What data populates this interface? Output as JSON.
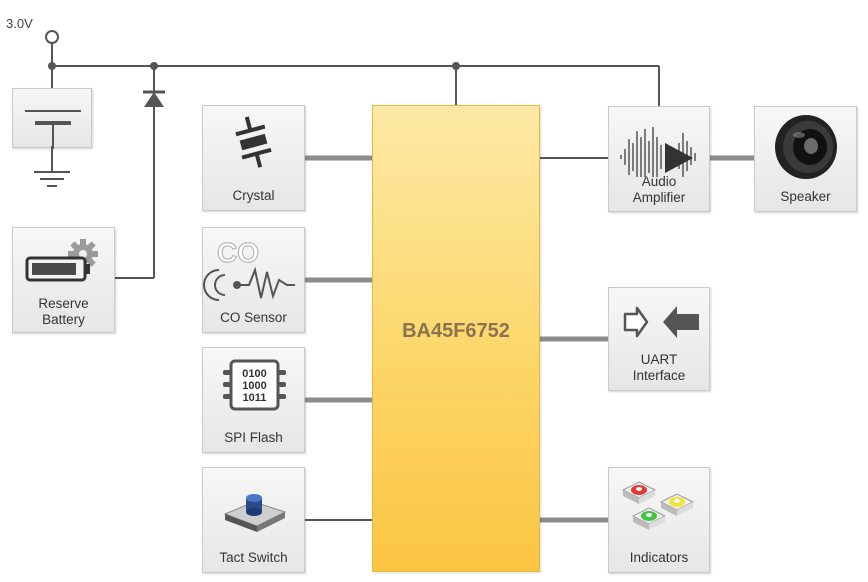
{
  "supply": {
    "voltage_label": "3.0V"
  },
  "mcu": {
    "label": "BA45F6752"
  },
  "blocks": {
    "reserve_battery": {
      "line1": "Reserve",
      "line2": "Battery"
    },
    "crystal": {
      "label": "Crystal"
    },
    "co_sensor": {
      "label": "CO Sensor",
      "icon_text": "CO"
    },
    "spi_flash": {
      "label": "SPI Flash",
      "bits": [
        "0100",
        "1000",
        "1011"
      ]
    },
    "tact_switch": {
      "label": "Tact Switch"
    },
    "audio_amplifier": {
      "line1": "Audio",
      "line2": "Amplifier"
    },
    "speaker": {
      "label": "Speaker"
    },
    "uart": {
      "line1": "UART",
      "line2": "Interface"
    },
    "indicators": {
      "label": "Indicators"
    }
  },
  "colors": {
    "wire": "#555555",
    "bus": "#8c8c8c",
    "mcu_top": "#fde9a6",
    "mcu_bottom": "#fbc542",
    "mcu_text": "#8a7350",
    "led_red": "#e53935",
    "led_yellow": "#f3e43a",
    "led_green": "#43c443"
  },
  "icons": {
    "ground": "ground-symbol-icon",
    "diode": "diode-icon",
    "battery": "battery-gear-icon",
    "crystal": "crystal-icon",
    "co_sensor": "co-sensor-icon",
    "spi_flash": "chip-icon",
    "tact_switch": "push-button-icon",
    "amplifier": "amplifier-icon",
    "speaker": "speaker-icon",
    "uart": "arrows-icon",
    "indicators": "leds-icon"
  }
}
